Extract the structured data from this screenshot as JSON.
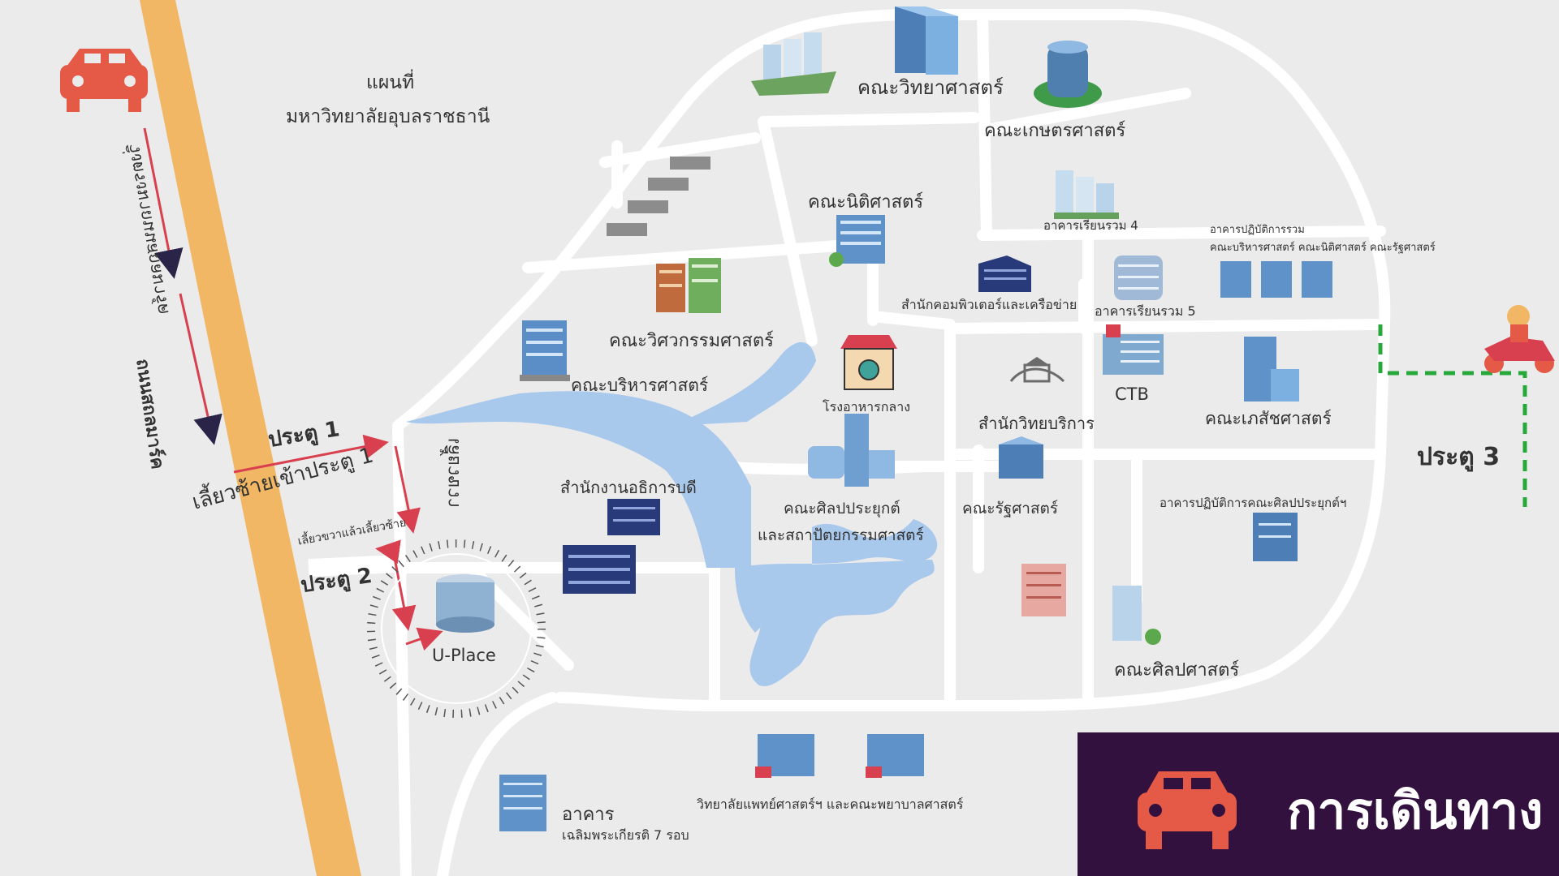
{
  "title": {
    "line1": "แผนที่",
    "line2": "มหาวิทยาลัยอุบลราชธานี"
  },
  "road_name": "ถนนสถลมาร์ค",
  "direction_text": "วิ่งตรงมาถนนสถลมาร์ค",
  "gates": {
    "gate1": "ประตู 1",
    "gate2": "ประตู 2",
    "gate3": "ประตู 3"
  },
  "route_instructions": {
    "left_into_gate1": "เลี้ยวซ้ายเข้าประตู 1",
    "turn_right": "เลี้ยวขวา",
    "right_then_left": "เลี้ยวขวาแล้วเลี้ยวซ้าย"
  },
  "places": {
    "science": "คณะวิทยาศาสตร์",
    "agriculture": "คณะเกษตรศาสตร์",
    "law": "คณะนิติศาสตร์",
    "lecture4": "อาคารเรียนรวม 4",
    "lab_complex_title": "อาคารปฏิบัติการรวม",
    "lab_complex_sub": "คณะบริหารศาสตร์ คณะนิติศาสตร์ คณะรัฐศาสตร์",
    "computer_center": "สำนักคอมพิวเตอร์และเครือข่าย",
    "lecture5": "อาคารเรียนรวม 5",
    "engineering": "คณะวิศวกรรมศาสตร์",
    "management": "คณะบริหารศาสตร์",
    "canteen": "โรงอาหารกลาง",
    "library": "สำนักวิทยบริการ",
    "ctb": "CTB",
    "pharmacy": "คณะเภสัชศาสตร์",
    "president_office": "สำนักงานอธิการบดี",
    "applied_arts_line1": "คณะศิลปประยุกต์",
    "applied_arts_line2": "และสถาปัตยกรรมศาสตร์",
    "political_science": "คณะรัฐศาสตร์",
    "applied_arts_lab": "อาคารปฏิบัติการคณะศิลปประยุกต์ฯ",
    "uplace": "U-Place",
    "liberal_arts": "คณะศิลปศาสตร์",
    "medicine": "วิทยาลัยแพทย์ศาสตร์ฯ และคณะพยาบาลศาสตร์",
    "building_line1": "อาคาร",
    "building_line2": "เฉลิมพระเกียรติ 7 รอบ"
  },
  "nav_card": {
    "label": "การเดินทาง",
    "icon": "car-icon",
    "background": "#32113e",
    "icon_color": "#e45a47"
  },
  "colors": {
    "road": "#f1b765",
    "roads_campus": "#ffffff",
    "water": "#a8c8ec",
    "route_arrow": "#d9404f",
    "dashed_route": "#27a83b",
    "background": "#ebebeb"
  }
}
